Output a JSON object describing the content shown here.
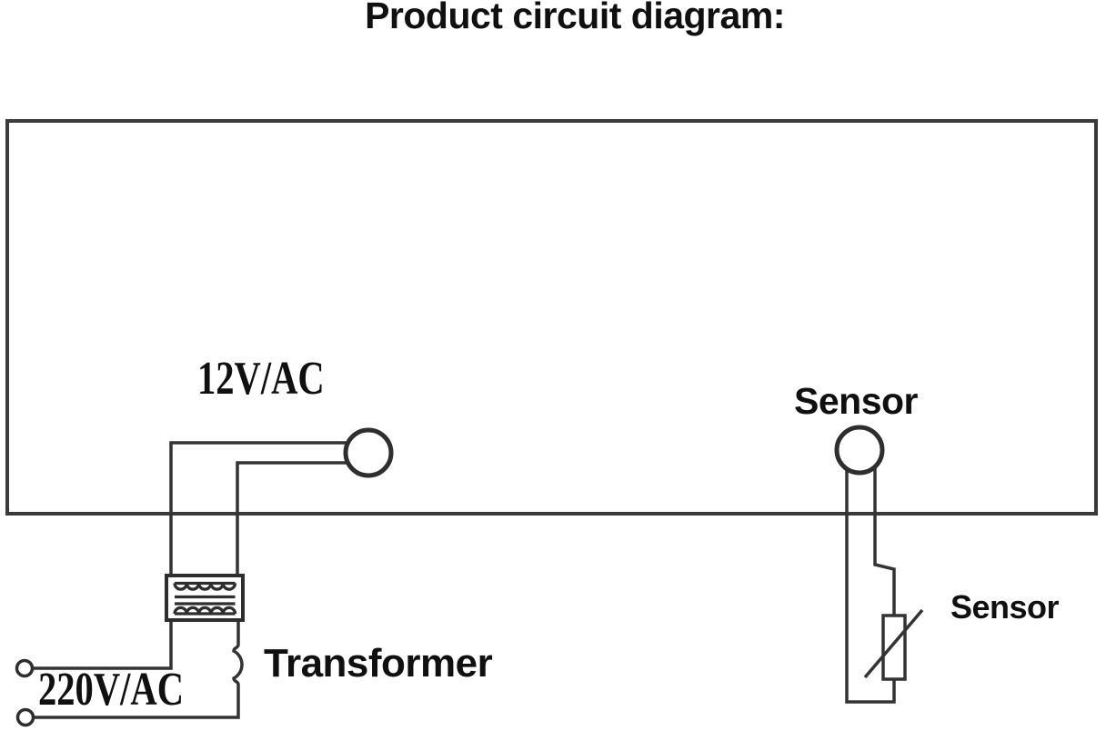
{
  "title": "Product circuit diagram:",
  "labels": {
    "output_voltage": "12V/AC",
    "input_voltage": "220V/AC",
    "transformer": "Transformer",
    "sensor_connector": "Sensor",
    "sensor_probe": "Sensor"
  },
  "colors": {
    "line": "#353535",
    "text": "#101010",
    "background": "#ffffff"
  },
  "icons": [
    {
      "name": "main-unit-box-icon",
      "meaning": "controller enclosure outline"
    },
    {
      "name": "ac-plug-connector-icon",
      "meaning": "round plug on 12V/AC output lead"
    },
    {
      "name": "sensor-plug-connector-icon",
      "meaning": "round plug on sensor lead"
    },
    {
      "name": "transformer-symbol-icon",
      "meaning": "transformer with two coils and core"
    },
    {
      "name": "thermistor-symbol-icon",
      "meaning": "temperature sensor resistor with diagonal stroke"
    },
    {
      "name": "mains-terminal-icon",
      "meaning": "open circle 220V/AC input terminal"
    },
    {
      "name": "wire-bump-icon",
      "meaning": "brace bump on transformer lead pointing at label"
    }
  ]
}
